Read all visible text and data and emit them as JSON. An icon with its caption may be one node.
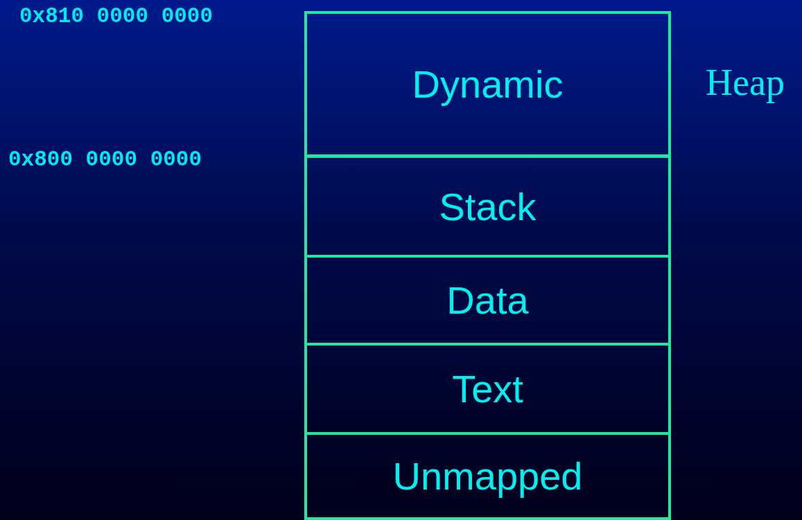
{
  "diagram": {
    "nodes": [
      {
        "text": [
          "Dynamic"
        ],
        "beside": [
          "Heap"
        ]
      },
      {
        "text": [
          "Stack"
        ]
      },
      {
        "text": [
          "Data"
        ]
      },
      {
        "text": [
          "Text"
        ]
      },
      {
        "text": [
          "Unmapped"
        ]
      }
    ],
    "labels": [
      "0x810 0000 0000",
      "0x800 0000 0000"
    ]
  }
}
